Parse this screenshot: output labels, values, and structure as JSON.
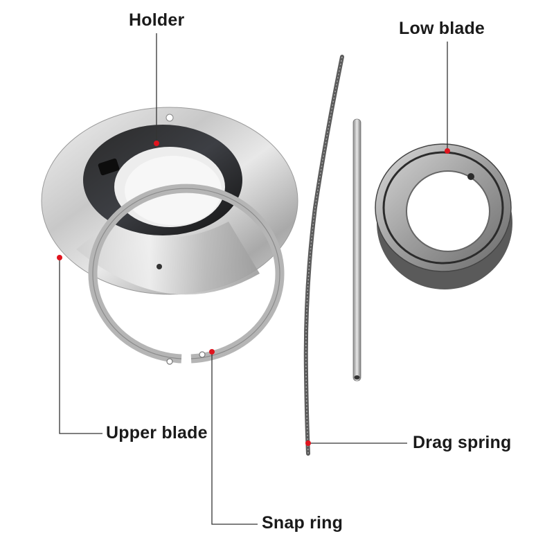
{
  "labels": {
    "holder": "Holder",
    "low_blade": "Low blade",
    "upper_blade": "Upper blade",
    "drag_spring": "Drag spring",
    "snap_ring": "Snap ring"
  },
  "colors": {
    "marker": "#e0141e",
    "leader_line": "#333333",
    "text": "#1a1a1a",
    "steel_light": "#e4e4e4",
    "steel_dark": "#8e8e8e",
    "holder_black": "#1c1c1c"
  }
}
